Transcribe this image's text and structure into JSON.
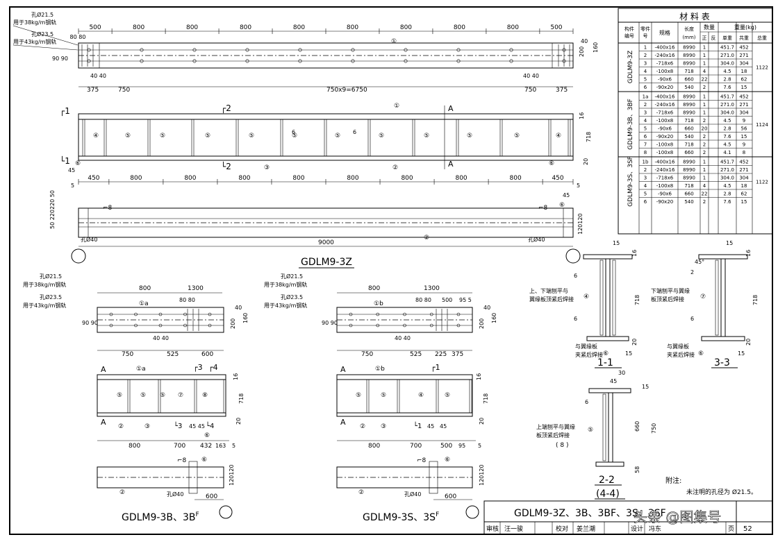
{
  "drawing": {
    "main_title": "GDLM9-3Z",
    "sub_title_b": "GDLM9-3B、3B",
    "sub_title_b_sup": "F",
    "sub_title_s": "GDLM9-3S、3S",
    "sub_title_s_sup": "F",
    "hole_215": "孔Ø21.5",
    "use_38": "用于38kg/m钢轨",
    "hole_235": "孔Ø23.5",
    "use_43": "用于43kg/m钢轨",
    "hole_40": "孔Ø40",
    "dim_9000": "9000",
    "dim_6750": "750x9=6750",
    "dims_top": [
      "500",
      "800",
      "800",
      "800",
      "800",
      "800",
      "800",
      "800",
      "800",
      "500"
    ],
    "dims_mid": [
      "450",
      "800",
      "800",
      "800",
      "800",
      "800",
      "800",
      "800",
      "800",
      "450"
    ],
    "dims_b_top": [
      "800",
      "1300"
    ],
    "dims_b_bottom": [
      "800",
      "700",
      "432",
      "163",
      "5"
    ],
    "dims_s_top": [
      "800",
      "1300"
    ],
    "dims_s_bottom": [
      "800",
      "700",
      "500",
      "95",
      "5"
    ],
    "dims_b_holes": [
      "750",
      "525",
      "600"
    ],
    "dims_s_holes": [
      "750",
      "525",
      "225",
      "375"
    ],
    "sec_labels": [
      "1-1",
      "3-3",
      "2-2",
      "(4-4)"
    ],
    "note_head": "附注:",
    "note_body": "未注明的孔径为 Ø21.5。",
    "weld_11a": "上、下端刨平与",
    "weld_11b": "翼缘板顶紧后焊接",
    "weld_33a": "下端刨平与翼缘",
    "weld_33b": "板顶紧后焊接",
    "clamp_a": "与翼缘板",
    "clamp_b": "夹紧后焊接",
    "weld_22a": "上端刨平与翼缘",
    "weld_22b": "板顶紧后焊接",
    "part_8": "( 8 )"
  },
  "materials": {
    "title": "材  料  表",
    "headers": {
      "member": "构件编号",
      "part": "零件号",
      "spec": "规格",
      "length": "长度(mm)",
      "count": "数量",
      "front": "正",
      "back": "反",
      "weight": "重量(kg)",
      "unit": "单重",
      "total": "共重",
      "sum": "总重"
    },
    "groups": [
      {
        "name": "GDLM9-3Z",
        "sum": "1122",
        "rows": [
          [
            "1",
            "-400x16",
            "8990",
            "1",
            "",
            "451.7",
            "452"
          ],
          [
            "2",
            "-240x16",
            "8990",
            "1",
            "",
            "271.0",
            "271"
          ],
          [
            "3",
            "-718x6",
            "8990",
            "1",
            "",
            "304.0",
            "304"
          ],
          [
            "4",
            "-100x8",
            "718",
            "4",
            "",
            "4.5",
            "18"
          ],
          [
            "5",
            "-90x6",
            "660",
            "22",
            "",
            "2.8",
            "62"
          ],
          [
            "6",
            "-90x20",
            "540",
            "2",
            "",
            "7.6",
            "15"
          ]
        ]
      },
      {
        "name": "GDLM9-3B、3BF",
        "sum": "1124",
        "rows": [
          [
            "1a",
            "-400x16",
            "8990",
            "1",
            "",
            "451.7",
            "452"
          ],
          [
            "2",
            "-240x16",
            "8990",
            "1",
            "",
            "271.0",
            "271"
          ],
          [
            "3",
            "-718x6",
            "8990",
            "1",
            "",
            "304.0",
            "304"
          ],
          [
            "4",
            "-100x8",
            "718",
            "2",
            "",
            "4.5",
            "9"
          ],
          [
            "5",
            "-90x6",
            "660",
            "20",
            "",
            "2.8",
            "56"
          ],
          [
            "6",
            "-90x20",
            "540",
            "2",
            "",
            "7.6",
            "15"
          ],
          [
            "7",
            "-100x8",
            "718",
            "2",
            "",
            "4.5",
            "9"
          ],
          [
            "8",
            "-100x8",
            "660",
            "2",
            "",
            "4.1",
            "8"
          ]
        ]
      },
      {
        "name": "GDLM9-3S、3SF",
        "sum": "1122",
        "rows": [
          [
            "1b",
            "-400x16",
            "8990",
            "1",
            "",
            "451.7",
            "452"
          ],
          [
            "2",
            "-240x16",
            "8990",
            "1",
            "",
            "271.0",
            "271"
          ],
          [
            "3",
            "-718x6",
            "8990",
            "1",
            "",
            "304.0",
            "304"
          ],
          [
            "4",
            "-100x8",
            "718",
            "4",
            "",
            "4.5",
            "18"
          ],
          [
            "5",
            "-90x6",
            "660",
            "22",
            "",
            "2.8",
            "62"
          ],
          [
            "6",
            "-90x20",
            "540",
            "2",
            "",
            "7.6",
            "15"
          ]
        ]
      }
    ]
  },
  "title_block": {
    "sheet_title": "GDLM9-3Z、3B、3BF、3S、3SF",
    "page_label": "页",
    "page_no": "52",
    "reviewer_label": "审核",
    "reviewer": "汪一骏",
    "checker_label": "校对",
    "checker": "姜兰潮",
    "designer_label": "设计",
    "designer": "冯东",
    "watermark": "头条 @图集号"
  }
}
